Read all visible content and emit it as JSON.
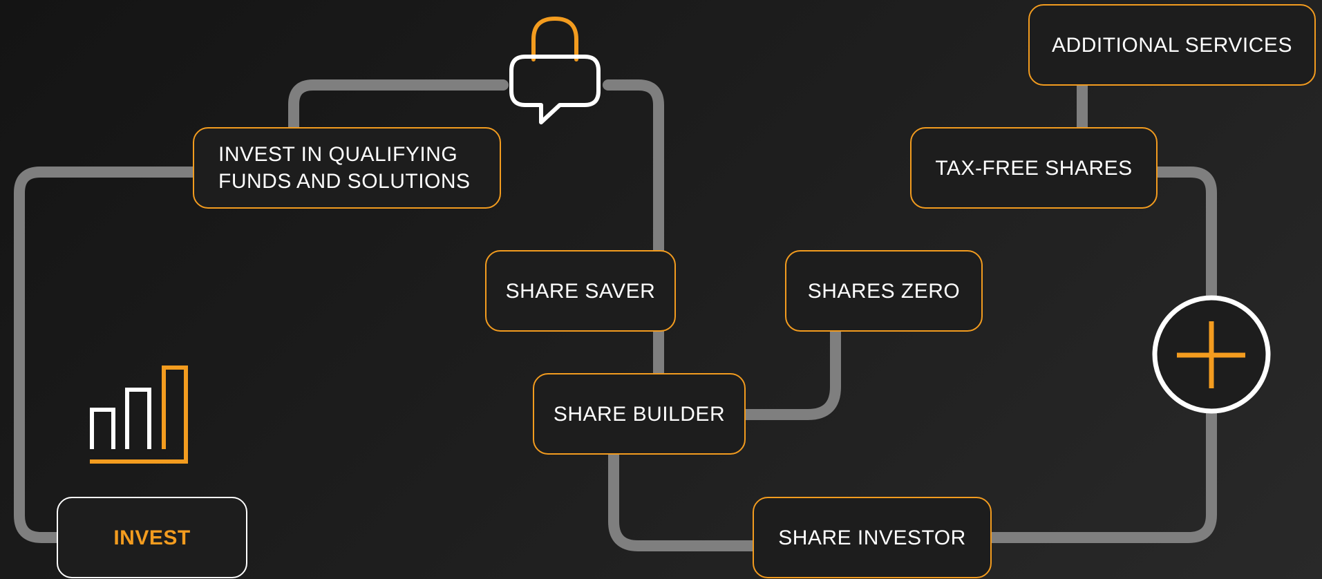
{
  "nodes": {
    "additional_services": "ADDITIONAL SERVICES",
    "tax_free_shares": "TAX-FREE SHARES",
    "invest_qualifying": "INVEST IN QUALIFYING\nFUNDS AND SOLUTIONS",
    "share_saver": "SHARE SAVER",
    "shares_zero": "SHARES ZERO",
    "share_builder": "SHARE BUILDER",
    "share_investor": "SHARE INVESTOR",
    "invest": "INVEST"
  },
  "icons": {
    "lock_chat": "lock-chat-icon",
    "plus_circle": "plus-circle-icon",
    "bar_chart": "bar-chart-icon"
  },
  "colors": {
    "accent": "#f39c1f",
    "connector": "#7f7f7f",
    "text": "#ffffff",
    "background": "#1e1e1e"
  }
}
